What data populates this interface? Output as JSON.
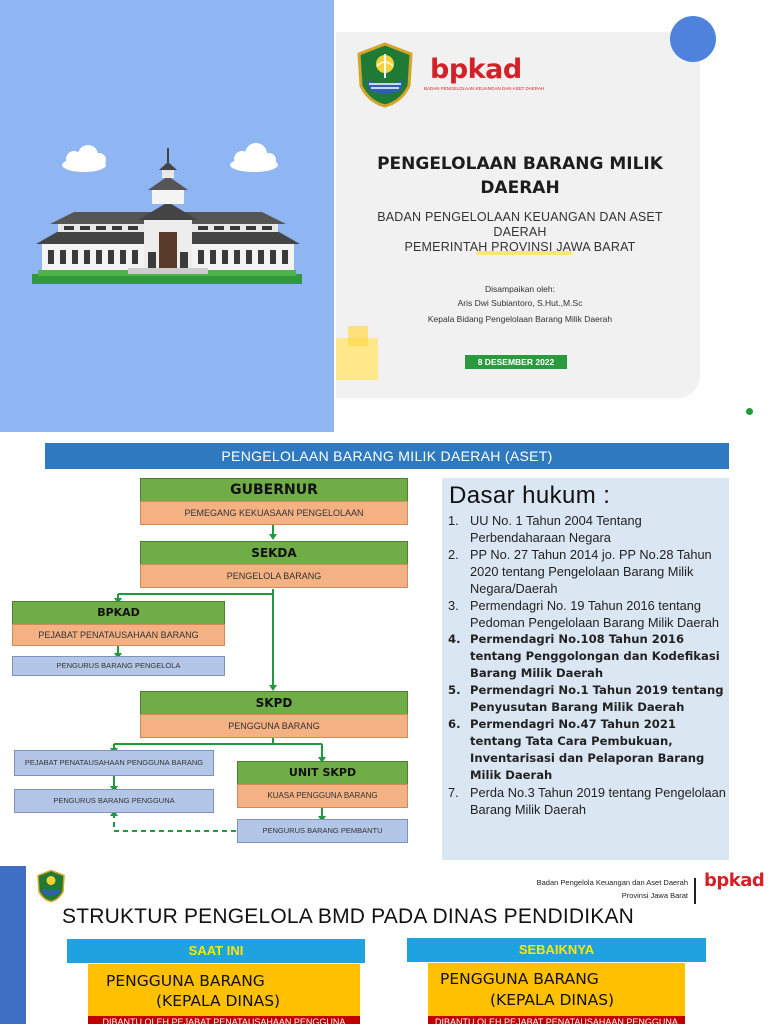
{
  "slide1": {
    "title": "PENGELOLAAN BARANG MILIK DAERAH",
    "subtitle_1": "BADAN PENGELOLAAN KEUANGAN DAN ASET DAERAH",
    "subtitle_2": "PEMERINTAH PROVINSI JAWA BARAT",
    "presented_by_label": "Disampaikan oleh:",
    "presenter_name": "Aris Dwi Subiantoro, S.Hut.,M.Sc",
    "presenter_position": "Kepala Bidang Pengelolaan Barang Milik Daerah",
    "date": "8 DESEMBER 2022",
    "logo_bpkad_text": "bpkad",
    "logo_bpkad_sub": "BADAN PENGELOLAAN KEUANGAN DAN ASET DAERAH",
    "colors": {
      "left_panel": "#8fb5f2",
      "accent_blue": "#4f82dd",
      "accent_green": "#2b9a3f",
      "brand_red": "#d42027"
    }
  },
  "slide2": {
    "banner": "PENGELOLAAN BARANG MILIK DAERAH (ASET)",
    "org": {
      "gubernur": {
        "title": "GUBERNUR",
        "role": "PEMEGANG KEKUASAAN PENGELOLAAN"
      },
      "sekda": {
        "title": "SEKDA",
        "role": "PENGELOLA BARANG"
      },
      "bpkad": {
        "title": "BPKAD",
        "role": "PEJABAT PENATAUSAHAAN BARANG",
        "sub": "PENGURUS BARANG PENGELOLA"
      },
      "skpd": {
        "title": "SKPD",
        "role": "PENGGUNA BARANG"
      },
      "skpd_left_1": "PEJABAT PENATAUSAHAAN PENGGUNA BARANG",
      "skpd_left_2": "PENGURUS BARANG PENGGUNA",
      "unit_skpd": {
        "title": "UNIT SKPD",
        "role": "KUASA PENGGUNA BARANG",
        "sub": "PENGURUS BARANG PEMBANTU"
      }
    },
    "dasar_hukum": {
      "title": "Dasar hukum :",
      "items": [
        {
          "num": "1.",
          "text": "UU No. 1 Tahun 2004 Tentang Perbendaharaan Negara"
        },
        {
          "num": "2.",
          "text": "PP No. 27 Tahun 2014 jo. PP No.28 Tahun 2020 tentang Pengelolaan Barang Milik Negara/Daerah"
        },
        {
          "num": "3.",
          "text": "Permendagri No. 19 Tahun 2016 tentang Pedoman Pengelolaan Barang Milik Daerah"
        },
        {
          "num": "4.",
          "text": "Permendagri No.108 Tahun 2016 tentang Penggolongan dan Kodefikasi Barang Milik Daerah"
        },
        {
          "num": "5.",
          "text": "Permendagri No.1 Tahun 2019 tentang Penyusutan Barang Milik Daerah"
        },
        {
          "num": "6.",
          "text": "Permendagri No.47 Tahun 2021 tentang Tata Cara Pembukuan, Inventarisasi dan Pelaporan Barang Milik Daerah"
        },
        {
          "num": "7.",
          "text": "Perda No.3 Tahun 2019 tentang Pengelolaan Barang Milik Daerah"
        }
      ]
    }
  },
  "slide3": {
    "org_line_1": "Badan Pengelola Keuangan dan Aset Daerah",
    "org_line_2": "Provinsi Jawa Barat",
    "logo_bpkad_text": "bpkad",
    "title": "STRUKTUR PENGELOLA BMD PADA DINAS PENDIDIKAN",
    "col_left": {
      "header": "SAAT INI",
      "box_line_1": "PENGGUNA BARANG",
      "box_line_2": "(KEPALA DINAS)",
      "strip": "DIBANTU OLEH PEJABAT PENATAUSAHAAN PENGGUNA"
    },
    "col_right": {
      "header": "SEBAIKNYA",
      "box_line_1": "PENGGUNA BARANG",
      "box_line_2": "(KEPALA DINAS)",
      "strip": "DIBANTU OLEH PEJABAT PENATAUSAHAAN PENGGUNA"
    }
  }
}
